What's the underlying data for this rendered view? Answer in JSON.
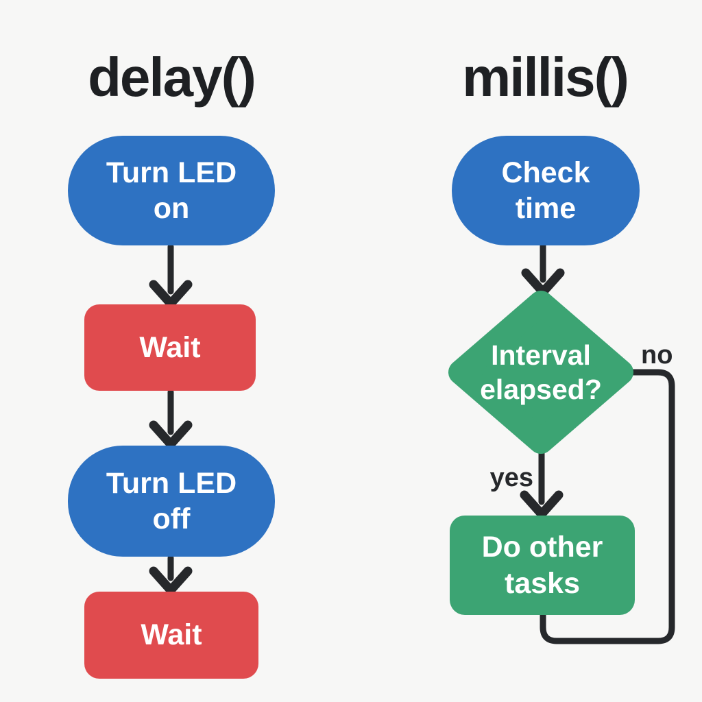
{
  "colors": {
    "background": "#f7f7f6",
    "blue": "#2e72c2",
    "red": "#e04b4e",
    "green": "#3ca473",
    "line": "#26282b",
    "title_text": "#1e2023",
    "node_text": "#ffffff"
  },
  "left_flow": {
    "title": "delay()",
    "nodes": [
      {
        "id": "turn-led-on",
        "shape": "pill",
        "color": "blue",
        "label": "Turn LED\non"
      },
      {
        "id": "wait-1",
        "shape": "rounded-rect",
        "color": "red",
        "label": "Wait"
      },
      {
        "id": "turn-led-off",
        "shape": "pill",
        "color": "blue",
        "label": "Turn LED\noff"
      },
      {
        "id": "wait-2",
        "shape": "rounded-rect",
        "color": "red",
        "label": "Wait"
      }
    ]
  },
  "right_flow": {
    "title": "millis()",
    "nodes": [
      {
        "id": "check-time",
        "shape": "pill",
        "color": "blue",
        "label": "Check\ntime"
      },
      {
        "id": "interval-elapsed",
        "shape": "diamond",
        "color": "green",
        "label": "Interval\nelapsed?"
      },
      {
        "id": "do-other-tasks",
        "shape": "rounded-rect",
        "color": "green",
        "label": "Do other\ntasks"
      }
    ],
    "edge_labels": {
      "yes": "yes",
      "no": "no"
    }
  }
}
